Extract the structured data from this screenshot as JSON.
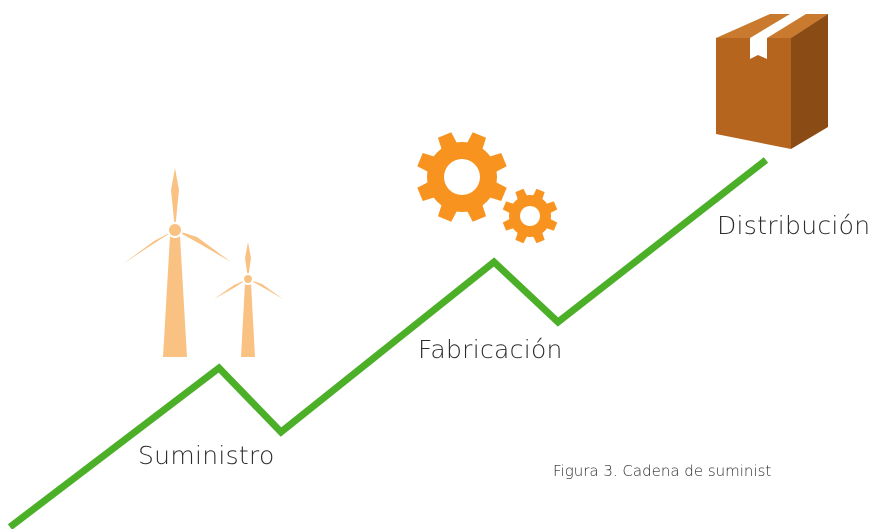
{
  "stages": [
    {
      "label": "Suministro",
      "icon": "wind-turbine-icon"
    },
    {
      "label": "Fabricación",
      "icon": "gears-icon"
    },
    {
      "label": "Distribución",
      "icon": "box-icon"
    }
  ],
  "caption": "Figura 3. Cadena de suminist",
  "colors": {
    "path": "#4caf28",
    "turbine": "#f9c283",
    "gear": "#f7931e",
    "box": "#b5651d",
    "box_dark": "#8a4b14",
    "box_light": "#c97a2e",
    "tape": "#ffffff",
    "text": "#2b2b2b"
  }
}
